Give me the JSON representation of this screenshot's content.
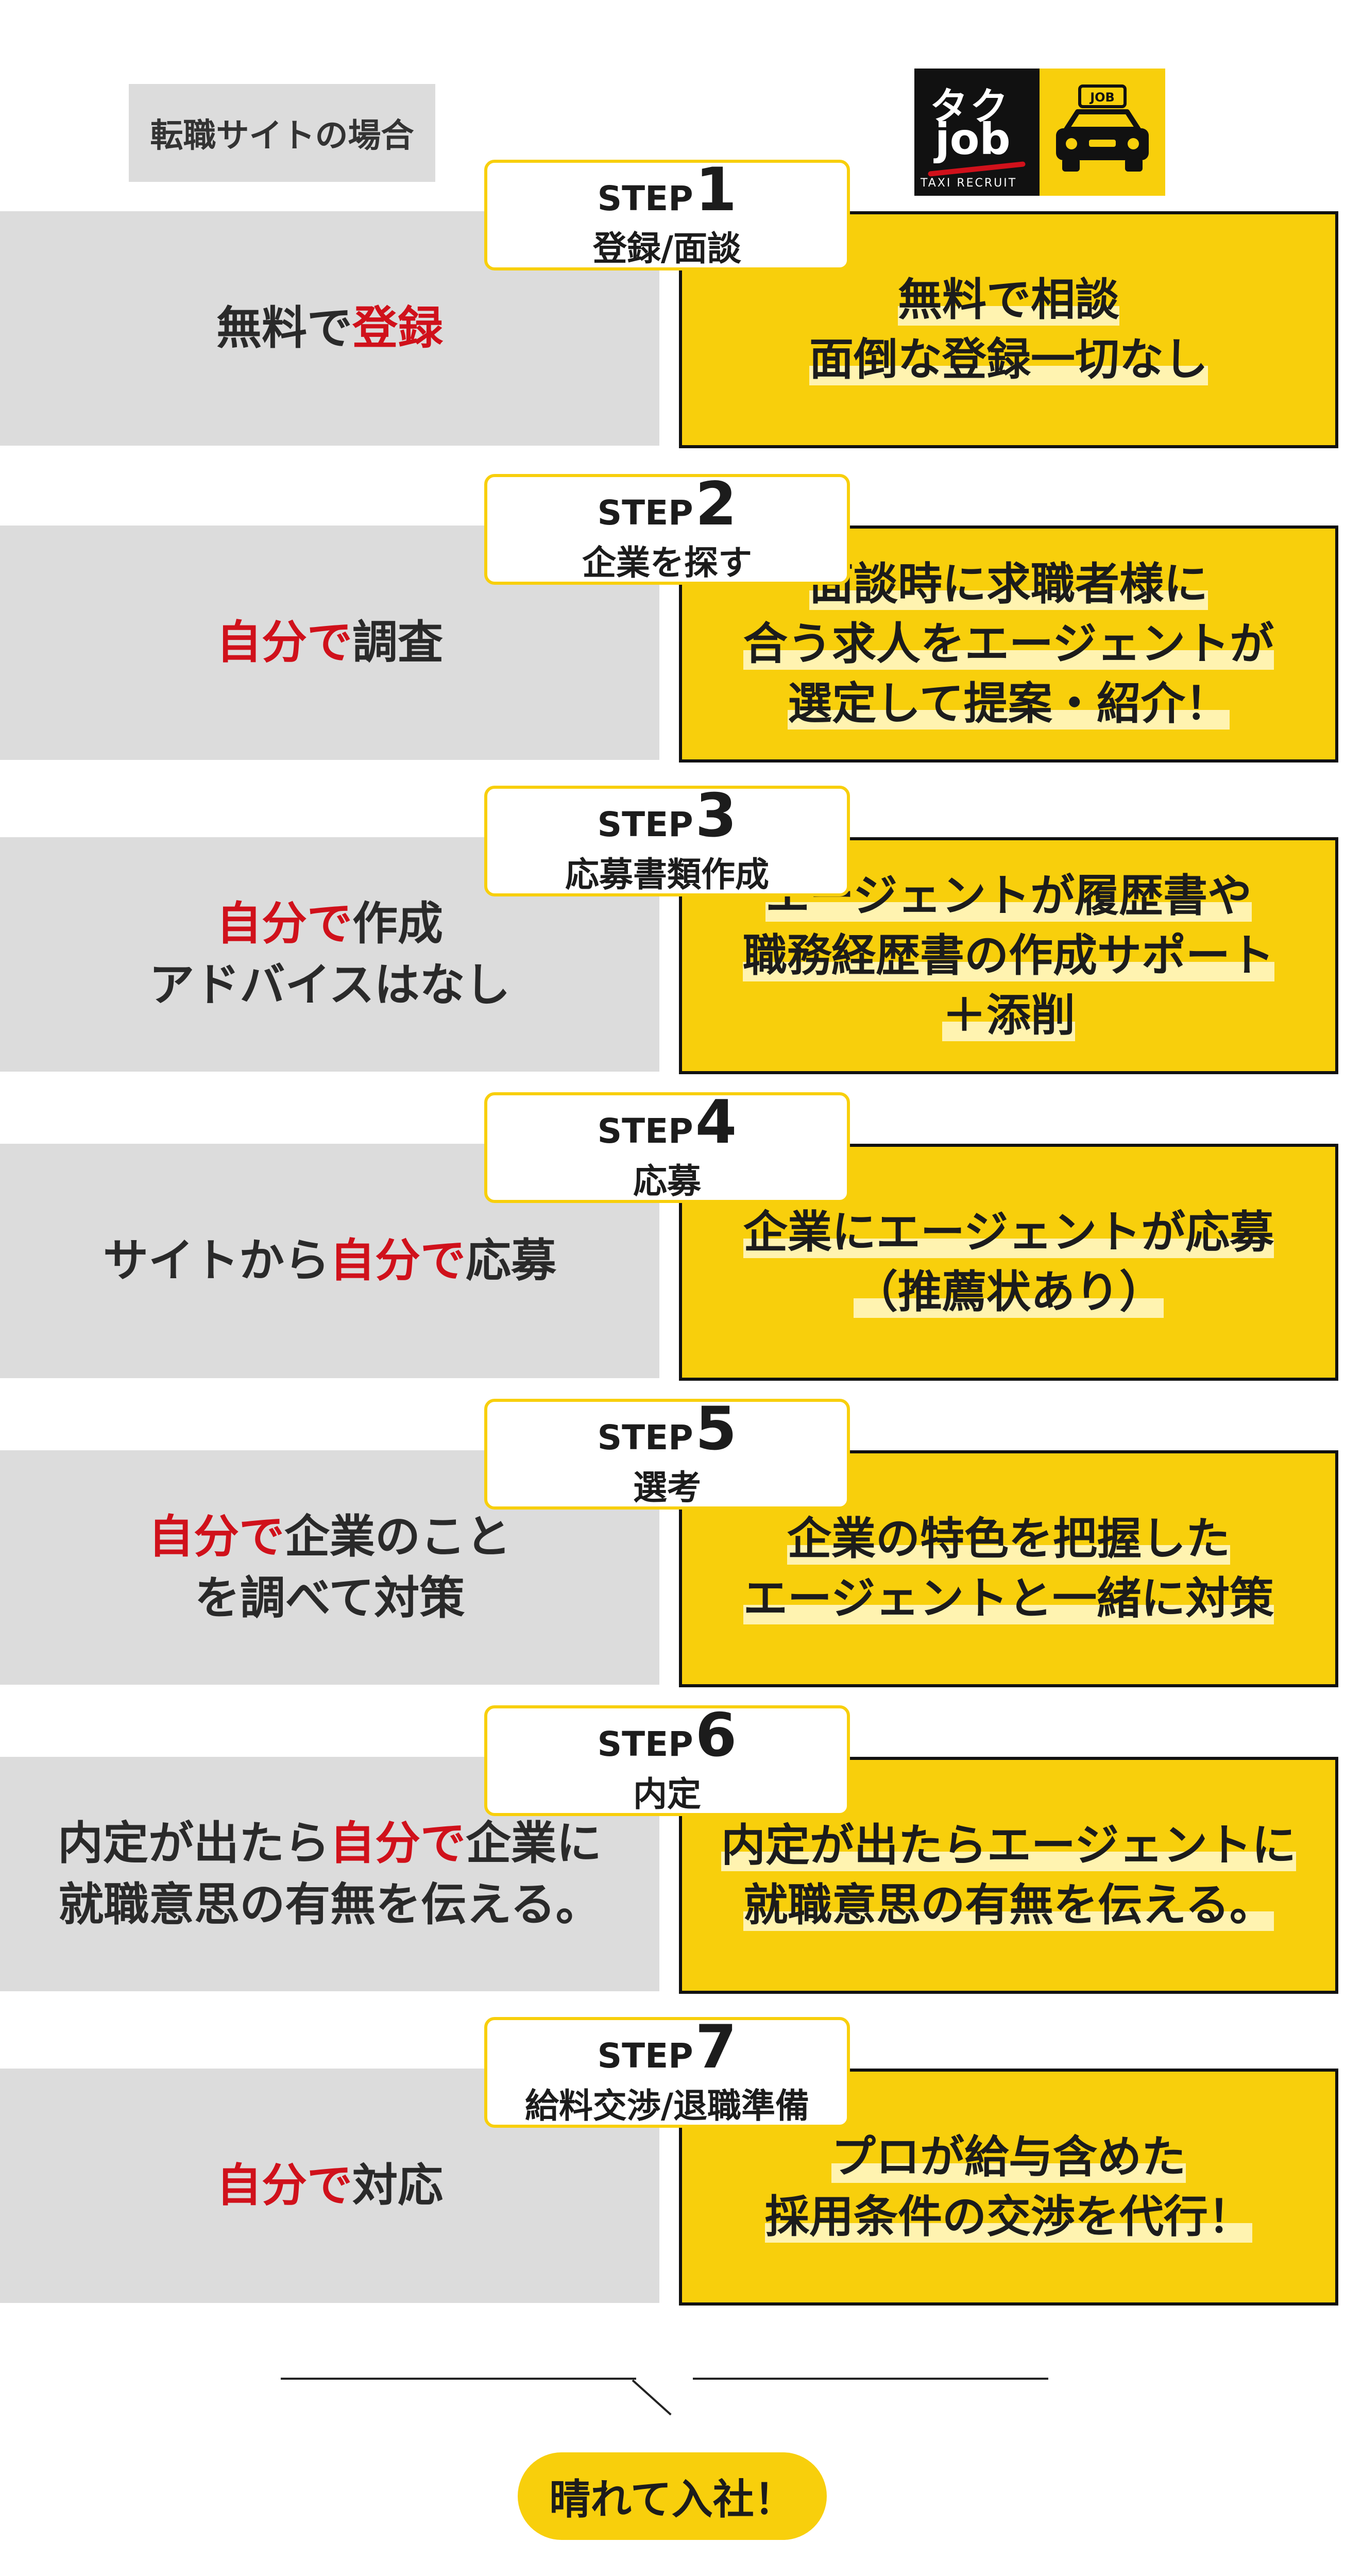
{
  "header": {
    "site_label": "転職サイトの場合",
    "logo": {
      "line1": "タク",
      "line2": "job",
      "sub": "TAXI RECRUIT",
      "badge": "JOB",
      "icon": "taxi-car-icon"
    }
  },
  "step_word": "STEP",
  "steps": [
    {
      "num": "1",
      "title": "登録/面談",
      "left": [
        [
          {
            "t": "無料で"
          },
          {
            "t": "登録",
            "r": true
          }
        ]
      ],
      "right": [
        "無料で相談",
        "面倒な登録一切なし"
      ]
    },
    {
      "num": "2",
      "title": "企業を探す",
      "left": [
        [
          {
            "t": "自分で",
            "r": true
          },
          {
            "t": "調査"
          }
        ]
      ],
      "right": [
        "面談時に求職者様に",
        "合う求人をエージェントが",
        "選定して提案・紹介！"
      ]
    },
    {
      "num": "3",
      "title": "応募書類作成",
      "left": [
        [
          {
            "t": "自分で",
            "r": true
          },
          {
            "t": "作成"
          }
        ],
        [
          {
            "t": "アドバイスはなし"
          }
        ]
      ],
      "right": [
        "エージェントが履歴書や",
        "職務経歴書の作成サポート",
        "＋添削"
      ]
    },
    {
      "num": "4",
      "title": "応募",
      "left": [
        [
          {
            "t": "サイトから"
          },
          {
            "t": "自分で",
            "r": true
          },
          {
            "t": "応募"
          }
        ]
      ],
      "right": [
        "企業にエージェントが応募",
        "（推薦状あり）"
      ]
    },
    {
      "num": "5",
      "title": "選考",
      "left": [
        [
          {
            "t": "自分で",
            "r": true
          },
          {
            "t": "企業のこと"
          }
        ],
        [
          {
            "t": "を調べて対策"
          }
        ]
      ],
      "right": [
        "企業の特色を把握した",
        "エージェントと一緒に対策"
      ]
    },
    {
      "num": "6",
      "title": "内定",
      "left": [
        [
          {
            "t": "内定が出たら"
          },
          {
            "t": "自分で",
            "r": true
          },
          {
            "t": "企業に"
          }
        ],
        [
          {
            "t": "就職意思の有無を伝える。"
          }
        ]
      ],
      "right": [
        "内定が出たらエージェントに",
        "就職意思の有無を伝える。"
      ]
    },
    {
      "num": "7",
      "title": "給料交渉/退職準備",
      "left": [
        [
          {
            "t": "自分で",
            "r": true
          },
          {
            "t": "対応"
          }
        ]
      ],
      "right": [
        "プロが給与含めた",
        "採用条件の交渉を代行！"
      ]
    }
  ],
  "final_label": "晴れて入社！",
  "colors": {
    "accent_yellow": "#f8cf0c",
    "emphasis_red": "#d0111b",
    "panel_gray": "#dcdcdc",
    "border_black": "#111111"
  }
}
